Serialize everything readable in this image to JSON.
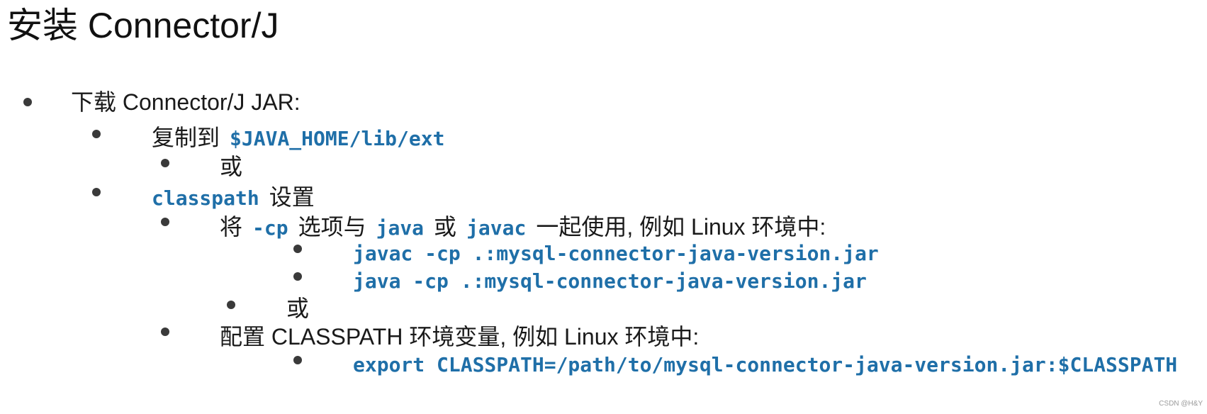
{
  "title": "安装 Connector/J",
  "items": {
    "download": "下载 Connector/J JAR:",
    "copy_to_label": "复制到",
    "copy_to_path": "$JAVA_HOME/lib/ext",
    "or_1": "或",
    "classpath_code": "classpath",
    "classpath_label": "设置",
    "cp_prefix": "将",
    "cp_flag": "-cp",
    "cp_mid1": "选项与",
    "cp_java": "java",
    "cp_or": "或",
    "cp_javac": "javac",
    "cp_suffix": "一起使用, 例如 Linux 环境中:",
    "cmd_javac": "javac -cp .:mysql-connector-java-version.jar",
    "cmd_java": "java -cp .:mysql-connector-java-version.jar",
    "or_2": "或",
    "env_label": "配置 CLASSPATH 环境变量, 例如 Linux 环境中:",
    "cmd_export": "export CLASSPATH=/path/to/mysql-connector-java-version.jar:$CLASSPATH"
  },
  "watermark": "CSDN @H&Y"
}
